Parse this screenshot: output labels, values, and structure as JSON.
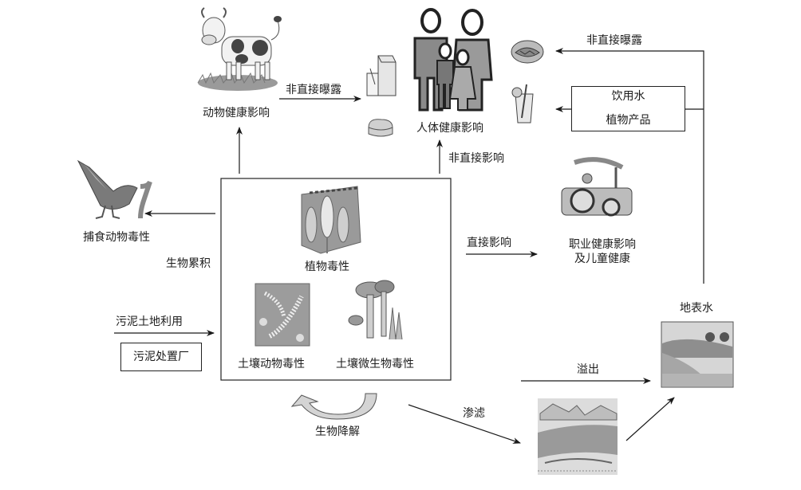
{
  "title": "污泥土地利用风险途径示意图",
  "nodes": {
    "animal_health": "动物健康影响",
    "human_health": "人体健康影响",
    "predator_toxicity": "捕食动物毒性",
    "bioaccumulation": "生物累积",
    "plant_toxicity": "植物毒性",
    "soil_animal_toxicity": "土壤动物毒性",
    "soil_microbe_toxicity": "土壤微生物毒性",
    "occupational_health_line1": "职业健康影响",
    "occupational_health_line2": "及儿童健康",
    "sludge_land_use": "污泥土地利用",
    "sludge_plant": "污泥处置厂",
    "biodegradation": "生物降解",
    "surface_water": "地表水",
    "drinking_water": "饮用水",
    "plant_products": "植物产品"
  },
  "edges": {
    "indirect_exposure_left": "非直接曝露",
    "indirect_exposure_right": "非直接曝露",
    "indirect_effect": "非直接影响",
    "direct_effect": "直接影响",
    "overflow": "溢出",
    "leaching": "渗滤"
  },
  "colors": {
    "line": "#1a1a1a",
    "illustration_dark": "#555555",
    "illustration_mid": "#8c8c8c",
    "illustration_light": "#c8c8c8"
  }
}
